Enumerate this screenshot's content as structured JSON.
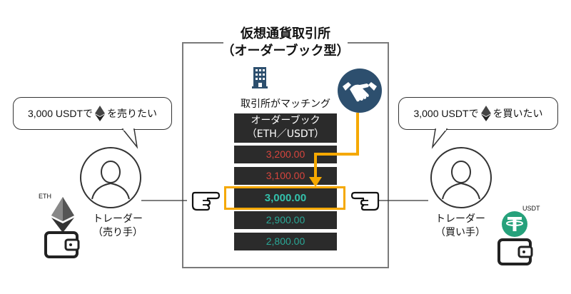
{
  "exchange": {
    "title_line1": "仮想通貨取引所",
    "title_line2": "（オーダーブック型）",
    "matching_label": "取引所がマッチング"
  },
  "order_book": {
    "header_line1": "オーダーブック",
    "header_line2": "（ETH／USDT）",
    "sell_orders": [
      "3,200.00",
      "3,100.00"
    ],
    "current_price": "3,000.00",
    "buy_orders": [
      "2,900.00",
      "2,800.00"
    ]
  },
  "seller": {
    "bubble_prefix": "3,000 USDTで",
    "bubble_suffix": "を売りたい",
    "label_line1": "トレーダー",
    "label_line2": "（売り手）",
    "coin_label": "ETH"
  },
  "buyer": {
    "bubble_prefix": "3,000 USDTで",
    "bubble_suffix": "を買いたい",
    "label_line1": "トレーダー",
    "label_line2": "（買い手）",
    "coin_label": "USDT"
  },
  "colors": {
    "sell": "#d6453d",
    "buy": "#2aa796",
    "highlight": "#f5a800",
    "handshake": "#2d4f6e",
    "usdt": "#26a17b"
  }
}
